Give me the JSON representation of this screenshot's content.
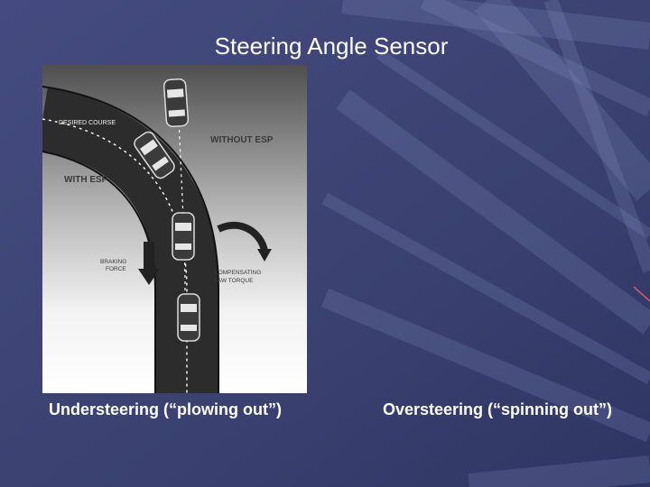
{
  "slide": {
    "title": "Steering Angle Sensor",
    "caption_left": "Understeering (“plowing out”)",
    "caption_right": "Oversteering (“spinning out”)"
  },
  "diagram": {
    "desired_course": "DESIRED COURSE",
    "without_esp": "WITHOUT ESP",
    "with_esp": "WITH ESP",
    "braking_force_line1": "BRAKING",
    "braking_force_line2": "FORCE",
    "yaw_line1": "COMPENSATING",
    "yaw_line2": "YAW TORQUE"
  },
  "colors": {
    "background": "#3a4170",
    "text": "#ffffff"
  }
}
